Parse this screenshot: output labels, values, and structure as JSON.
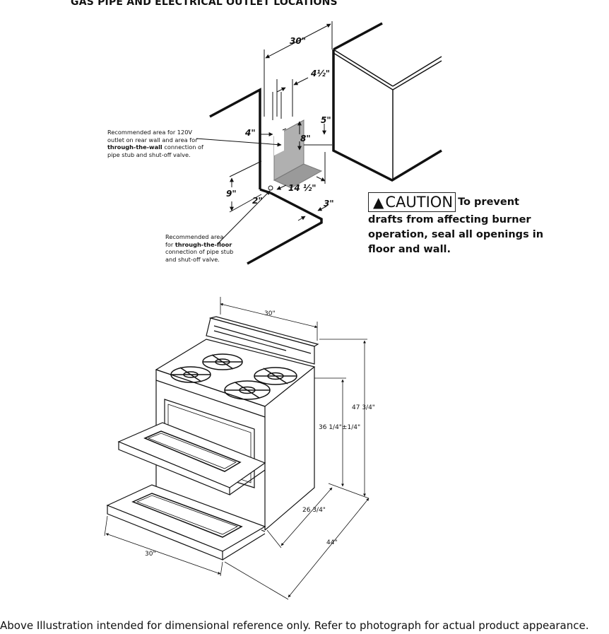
{
  "title": "GAS PIPE AND ELECTRICAL OUTLET LOCATIONS",
  "caution": {
    "badge": "CAUTION",
    "text_inline": "To prevent",
    "text_rest": "drafts from affecting burner operation, seal all openings in floor and wall."
  },
  "callout_wall": {
    "line1": "Recommended area for 120V",
    "line2": "outlet on rear wall and area for",
    "bold": "through-the-wall",
    "line3_rest": " connection of",
    "line4": "pipe stub and shut-off valve."
  },
  "callout_floor": {
    "line1": "Recommended area",
    "pre": "for ",
    "bold": "through-the-floor",
    "line3": "connection of pipe stub",
    "line4": "and shut-off valve."
  },
  "dims_top": {
    "width": "30\"",
    "d_4_5": "4½\"",
    "d_5": "5\"",
    "d_4": "4\"",
    "d_8": "8\"",
    "d_9": "9\"",
    "d_2": "2\"",
    "d_14_5": "14 ½\"",
    "d_3": "3\""
  },
  "dims_range": {
    "top_width": "30\"",
    "bottom_width": "30\"",
    "overall_height": "47 3/4\"",
    "cooktop_height": "36 1/4\"±1/4\"",
    "depth": "26 3/4\"",
    "depth_open": "44\""
  },
  "icons": {
    "caution": "warning-triangle-icon"
  },
  "footer": "Above Illustration intended for dimensional reference only. Refer to photograph for actual product appearance."
}
